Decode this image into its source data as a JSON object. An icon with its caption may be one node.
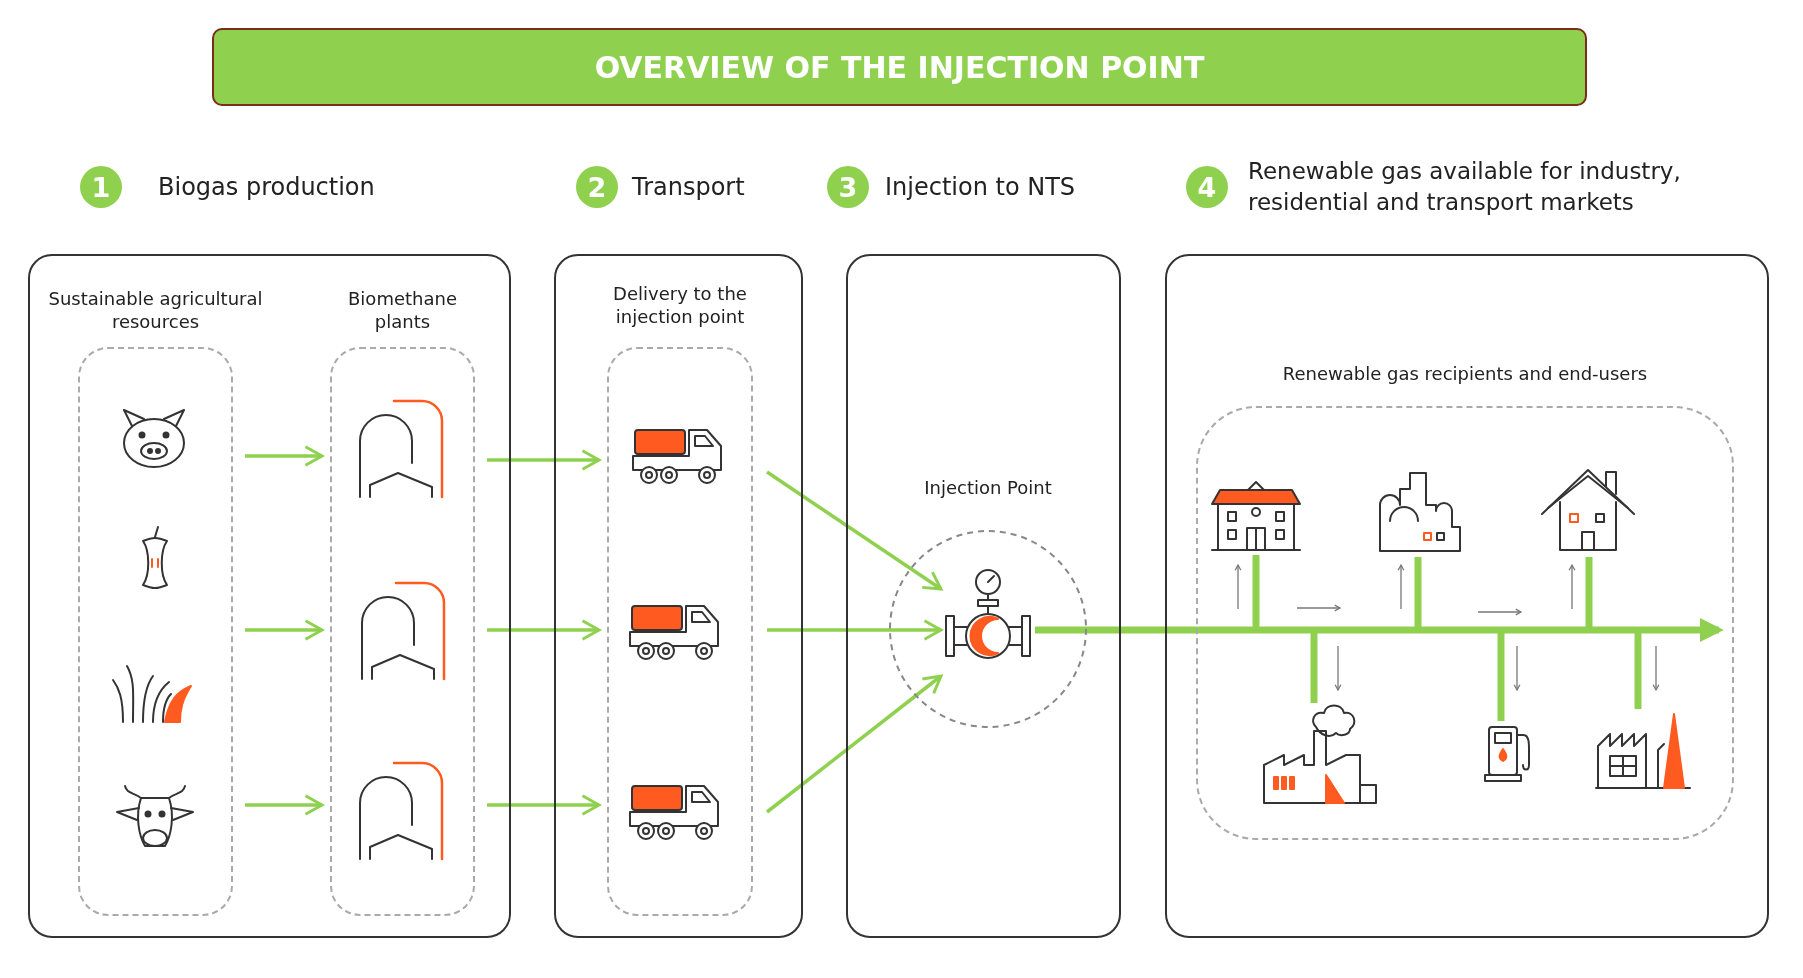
{
  "diagram": {
    "title": "OVERVIEW OF THE INJECTION POINT",
    "nodes": [
      {
        "text": [
          "1",
          "Biogas production"
        ]
      },
      {
        "text": [
          "Sustainable agricultural resources"
        ],
        "in": 0
      },
      {
        "text": [
          "Biomethane plants"
        ],
        "in": 0
      },
      {
        "text": [
          "2",
          "Transport"
        ]
      },
      {
        "text": [
          "Delivery to the injection point"
        ],
        "in": 3
      },
      {
        "text": [
          "3",
          "Injection to NTS"
        ]
      },
      {
        "text": [
          "Injection Point"
        ],
        "in": 5
      },
      {
        "text": [
          "4",
          "Renewable gas available for industry, residential and transport markets"
        ]
      },
      {
        "text": [
          "Renewable gas recipients and end-users"
        ],
        "in": 7
      },
      {
        "text": [],
        "shape": "picture",
        "in": 8
      },
      {
        "text": [],
        "shape": "picture",
        "in": 8
      },
      {
        "text": [],
        "shape": "picture",
        "in": 8
      },
      {
        "text": [],
        "shape": "picture",
        "in": 8
      },
      {
        "text": [],
        "shape": "picture",
        "in": 8
      },
      {
        "text": [],
        "shape": "picture",
        "in": 8
      }
    ],
    "edges": [
      {
        "from": 1,
        "to": 2,
        "arrow": "to"
      },
      {
        "from": 1,
        "to": 2,
        "arrow": "to"
      },
      {
        "from": 1,
        "to": 2,
        "arrow": "to"
      },
      {
        "from": 2,
        "to": 4,
        "arrow": "to"
      },
      {
        "from": 2,
        "to": 4,
        "arrow": "to"
      },
      {
        "from": 2,
        "to": 4,
        "arrow": "to"
      },
      {
        "from": 4,
        "to": 6,
        "arrow": "to"
      },
      {
        "from": 4,
        "to": 6,
        "arrow": "to"
      },
      {
        "from": 4,
        "to": 6,
        "arrow": "to"
      },
      {
        "from": 6,
        "to": 8,
        "arrow": "to",
        "style": "thick"
      },
      {
        "from": null,
        "to": 9,
        "arrow": "none",
        "style": "thick"
      },
      {
        "from": null,
        "to": 10,
        "arrow": "none",
        "style": "thick"
      },
      {
        "from": null,
        "to": 11,
        "arrow": "none",
        "style": "thick"
      },
      {
        "from": null,
        "to": 12,
        "arrow": "none",
        "style": "thick"
      },
      {
        "from": null,
        "to": 13,
        "arrow": "none",
        "style": "thick"
      },
      {
        "from": null,
        "to": 14,
        "arrow": "none",
        "style": "thick"
      }
    ]
  }
}
